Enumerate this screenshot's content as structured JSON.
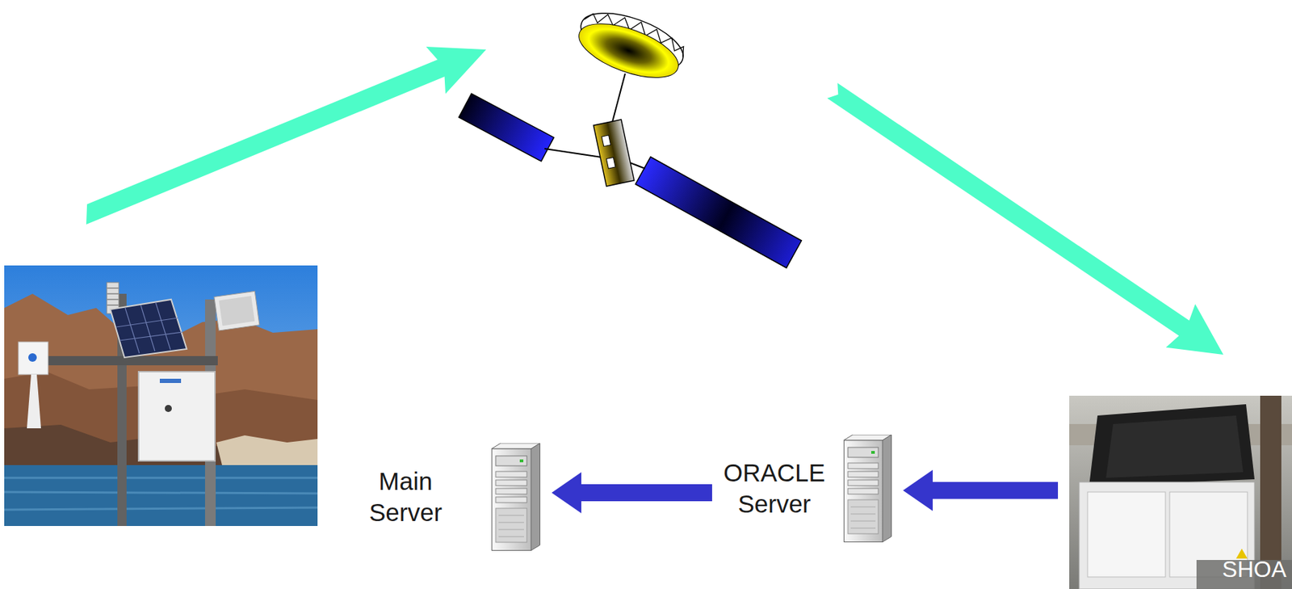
{
  "diagram": {
    "nodes": [
      {
        "text": [
          "Main Server"
        ]
      },
      {
        "text": [
          "ORACLE Server"
        ]
      },
      {
        "text": [
          "SHOA"
        ]
      }
    ],
    "edges": [
      {
        "from": 2,
        "to": 1,
        "arrow": "to"
      },
      {
        "from": 1,
        "to": 0,
        "arrow": "to"
      }
    ]
  }
}
